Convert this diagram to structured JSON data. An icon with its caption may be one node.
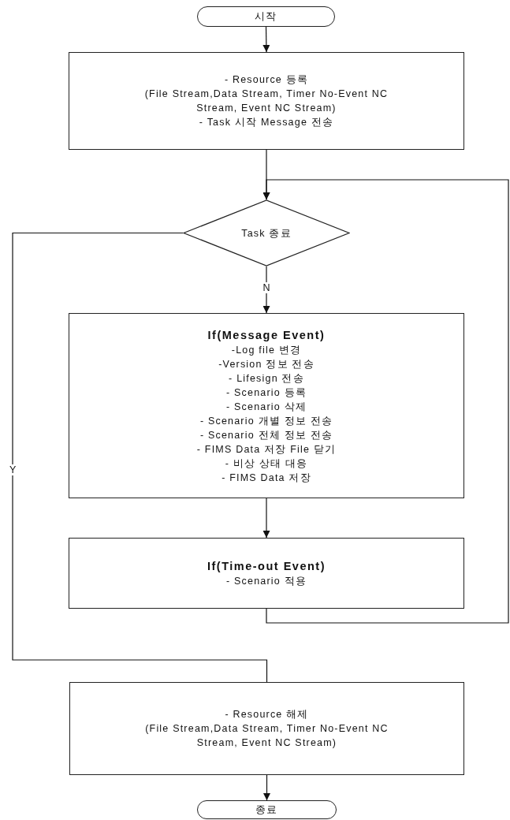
{
  "diagram": {
    "nodes": [
      {
        "text": [
          "시작"
        ]
      },
      {
        "text": [
          "- Resource 등록",
          "(File Stream,Data Stream, Timer No-Event NC Stream, Event NC Stream)",
          "- Task 시작 Message 전송"
        ]
      },
      {
        "text": [
          "Task 종료"
        ]
      },
      {
        "text": [
          "If(Message Event)",
          "-Log file 변경",
          "-Version 정보 전송",
          "- Lifesign 전송",
          "- Scenario 등록",
          "- Scenario 삭제",
          "- Scenario 개별 정보 전송",
          "- Scenario 전체 정보 전송",
          "- FIMS Data 저장 File 닫기",
          "- 비상 상태 대응",
          "- FIMS Data 저장"
        ]
      },
      {
        "text": [
          "If(Time-out Event)",
          "- Scenario 적용"
        ]
      },
      {
        "text": [
          "- Resource 해제",
          "(File Stream,Data Stream, Timer No-Event NC Stream, Event NC Stream)"
        ]
      },
      {
        "text": [
          "종료"
        ]
      }
    ],
    "edges": [
      {
        "from": 0,
        "to": 1,
        "arrow": "to"
      },
      {
        "from": 1,
        "to": 2,
        "arrow": "to"
      },
      {
        "from": 2,
        "to": 3,
        "arrow": "to",
        "label": "N"
      },
      {
        "from": 3,
        "to": 4,
        "arrow": "to"
      },
      {
        "from": 4,
        "to": 2,
        "arrow": "to"
      },
      {
        "from": 2,
        "to": 5,
        "arrow": "none",
        "label": "Y"
      },
      {
        "from": 5,
        "to": 6,
        "arrow": "to"
      }
    ]
  }
}
